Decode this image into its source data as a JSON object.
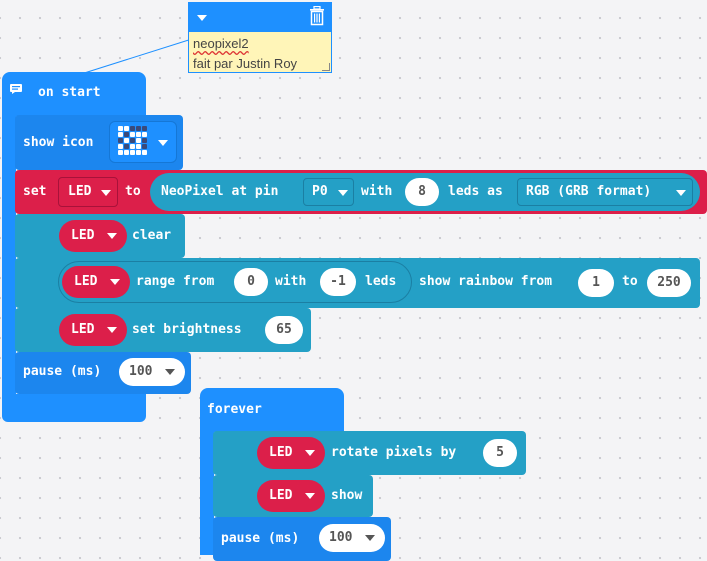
{
  "comment": {
    "line1": "neopixel2",
    "line2": "fait par Justin Roy",
    "collapse_icon": "caret-down-icon",
    "delete_icon": "trash-icon"
  },
  "on_start": {
    "label": "on start",
    "comment_icon": "comment-icon"
  },
  "show_icon": {
    "label": "show icon"
  },
  "set_block": {
    "set_label": "set",
    "var_name": "LED",
    "to_label": "to",
    "neopixel_label": "NeoPixel at pin",
    "pin": "P0",
    "with_label": "with",
    "leds_count": "8",
    "leds_as_label": "leds as",
    "format": "RGB (GRB format)"
  },
  "clear_block": {
    "var_name": "LED",
    "label": "clear"
  },
  "rainbow_block": {
    "var_name": "LED",
    "range_from_label": "range from",
    "range_start": "0",
    "with_label": "with",
    "range_count": "-1",
    "leds_label": "leds",
    "show_rainbow_label": "show rainbow from",
    "hue_start": "1",
    "to_label": "to",
    "hue_end": "250"
  },
  "brightness_block": {
    "var_name": "LED",
    "label": "set brightness",
    "value": "65"
  },
  "pause_start": {
    "label": "pause (ms)",
    "value": "100"
  },
  "forever": {
    "label": "forever"
  },
  "rotate_block": {
    "var_name": "LED",
    "label": "rotate pixels by",
    "value": "5"
  },
  "show_block": {
    "var_name": "LED",
    "label": "show"
  },
  "pause_forever": {
    "label": "pause (ms)",
    "value": "100"
  },
  "colors": {
    "basic_blue": "#1e90ff",
    "neopixel_teal": "#24a0c6",
    "variable_red": "#dc1f4a",
    "comment_yellow": "#fff5b8"
  }
}
